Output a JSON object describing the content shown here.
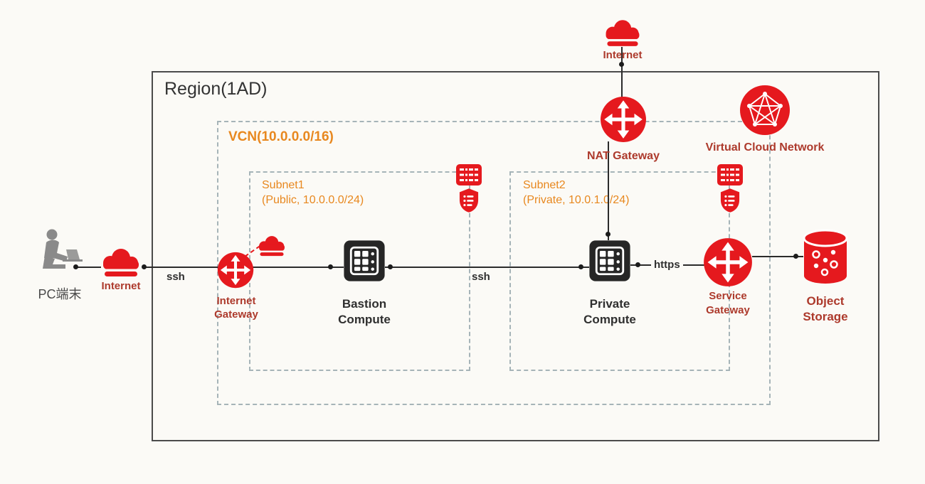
{
  "colors": {
    "icon_red": "#e5191e",
    "label_red": "#ad3a2c",
    "orange": "#e8881f",
    "line_dark": "#2b2b2b"
  },
  "region": {
    "title": "Region(1AD)"
  },
  "vcn": {
    "title": "VCN(10.0.0.0/16)"
  },
  "subnets": [
    {
      "name": "Subnet1",
      "cidr": "(Public, 10.0.0.0/24)"
    },
    {
      "name": "Subnet2",
      "cidr": "(Private, 10.0.1.0/24)"
    }
  ],
  "nodes": {
    "pc": {
      "label": "PC端末"
    },
    "internet_left": {
      "label": "Internet"
    },
    "internet_top": {
      "label": "Internet"
    },
    "internet_gateway": {
      "line1": "Internet",
      "line2": "Gateway"
    },
    "bastion_compute": {
      "line1": "Bastion",
      "line2": "Compute"
    },
    "private_compute": {
      "line1": "Private",
      "line2": "Compute"
    },
    "nat_gateway": {
      "label": "NAT Gateway"
    },
    "service_gateway": {
      "line1": "Service",
      "line2": "Gateway"
    },
    "virtual_cloud_network": {
      "label": "Virtual Cloud Network"
    },
    "object_storage": {
      "line1": "Object",
      "line2": "Storage"
    }
  },
  "edges": {
    "ssh_left": "ssh",
    "ssh_mid": "ssh",
    "https": "https"
  }
}
